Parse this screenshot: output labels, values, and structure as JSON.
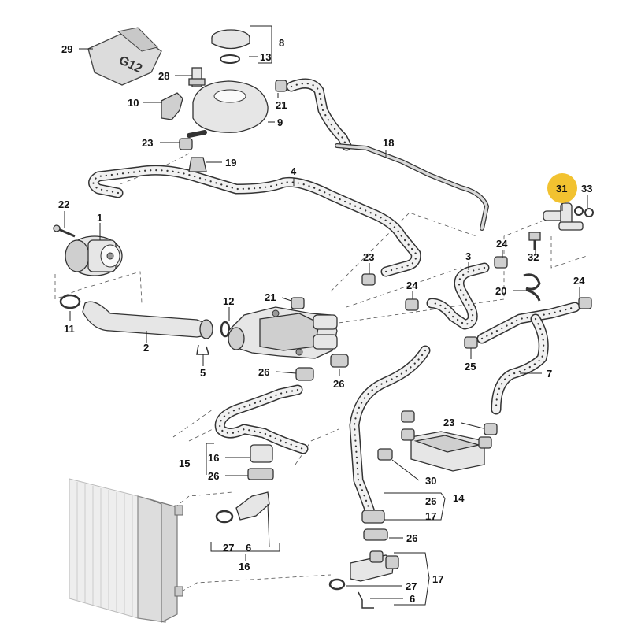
{
  "callouts": [
    {
      "id": "c29",
      "text": "29"
    },
    {
      "id": "c8",
      "text": "8"
    },
    {
      "id": "c13",
      "text": "13"
    },
    {
      "id": "c28",
      "text": "28"
    },
    {
      "id": "c10",
      "text": "10"
    },
    {
      "id": "c21a",
      "text": "21"
    },
    {
      "id": "c9",
      "text": "9"
    },
    {
      "id": "c23a",
      "text": "23"
    },
    {
      "id": "c19",
      "text": "19"
    },
    {
      "id": "c18",
      "text": "18"
    },
    {
      "id": "c4",
      "text": "4"
    },
    {
      "id": "c22",
      "text": "22"
    },
    {
      "id": "c1",
      "text": "1"
    },
    {
      "id": "c31",
      "text": "31"
    },
    {
      "id": "c33",
      "text": "33"
    },
    {
      "id": "c24a",
      "text": "24"
    },
    {
      "id": "c32",
      "text": "32"
    },
    {
      "id": "c3",
      "text": "3"
    },
    {
      "id": "c23b",
      "text": "23"
    },
    {
      "id": "c24b",
      "text": "24"
    },
    {
      "id": "c20",
      "text": "20"
    },
    {
      "id": "c24c",
      "text": "24"
    },
    {
      "id": "c21b",
      "text": "21"
    },
    {
      "id": "c12",
      "text": "12"
    },
    {
      "id": "c11",
      "text": "11"
    },
    {
      "id": "c2",
      "text": "2"
    },
    {
      "id": "c5",
      "text": "5"
    },
    {
      "id": "c25",
      "text": "25"
    },
    {
      "id": "c7",
      "text": "7"
    },
    {
      "id": "c26a",
      "text": "26"
    },
    {
      "id": "c26b",
      "text": "26"
    },
    {
      "id": "c23c",
      "text": "23"
    },
    {
      "id": "c15",
      "text": "15"
    },
    {
      "id": "c16a",
      "text": "16"
    },
    {
      "id": "c26c",
      "text": "26"
    },
    {
      "id": "c30",
      "text": "30"
    },
    {
      "id": "c26d",
      "text": "26"
    },
    {
      "id": "c14",
      "text": "14"
    },
    {
      "id": "c17a",
      "text": "17"
    },
    {
      "id": "c26e",
      "text": "26"
    },
    {
      "id": "c27a",
      "text": "27"
    },
    {
      "id": "c6a",
      "text": "6"
    },
    {
      "id": "c16b",
      "text": "16"
    },
    {
      "id": "c17b",
      "text": "17"
    },
    {
      "id": "c27b",
      "text": "27"
    },
    {
      "id": "c6b",
      "text": "6"
    }
  ],
  "reservoir_cap_marking": "G12",
  "highlight": {
    "callout": "31",
    "color": "#f2c230"
  }
}
